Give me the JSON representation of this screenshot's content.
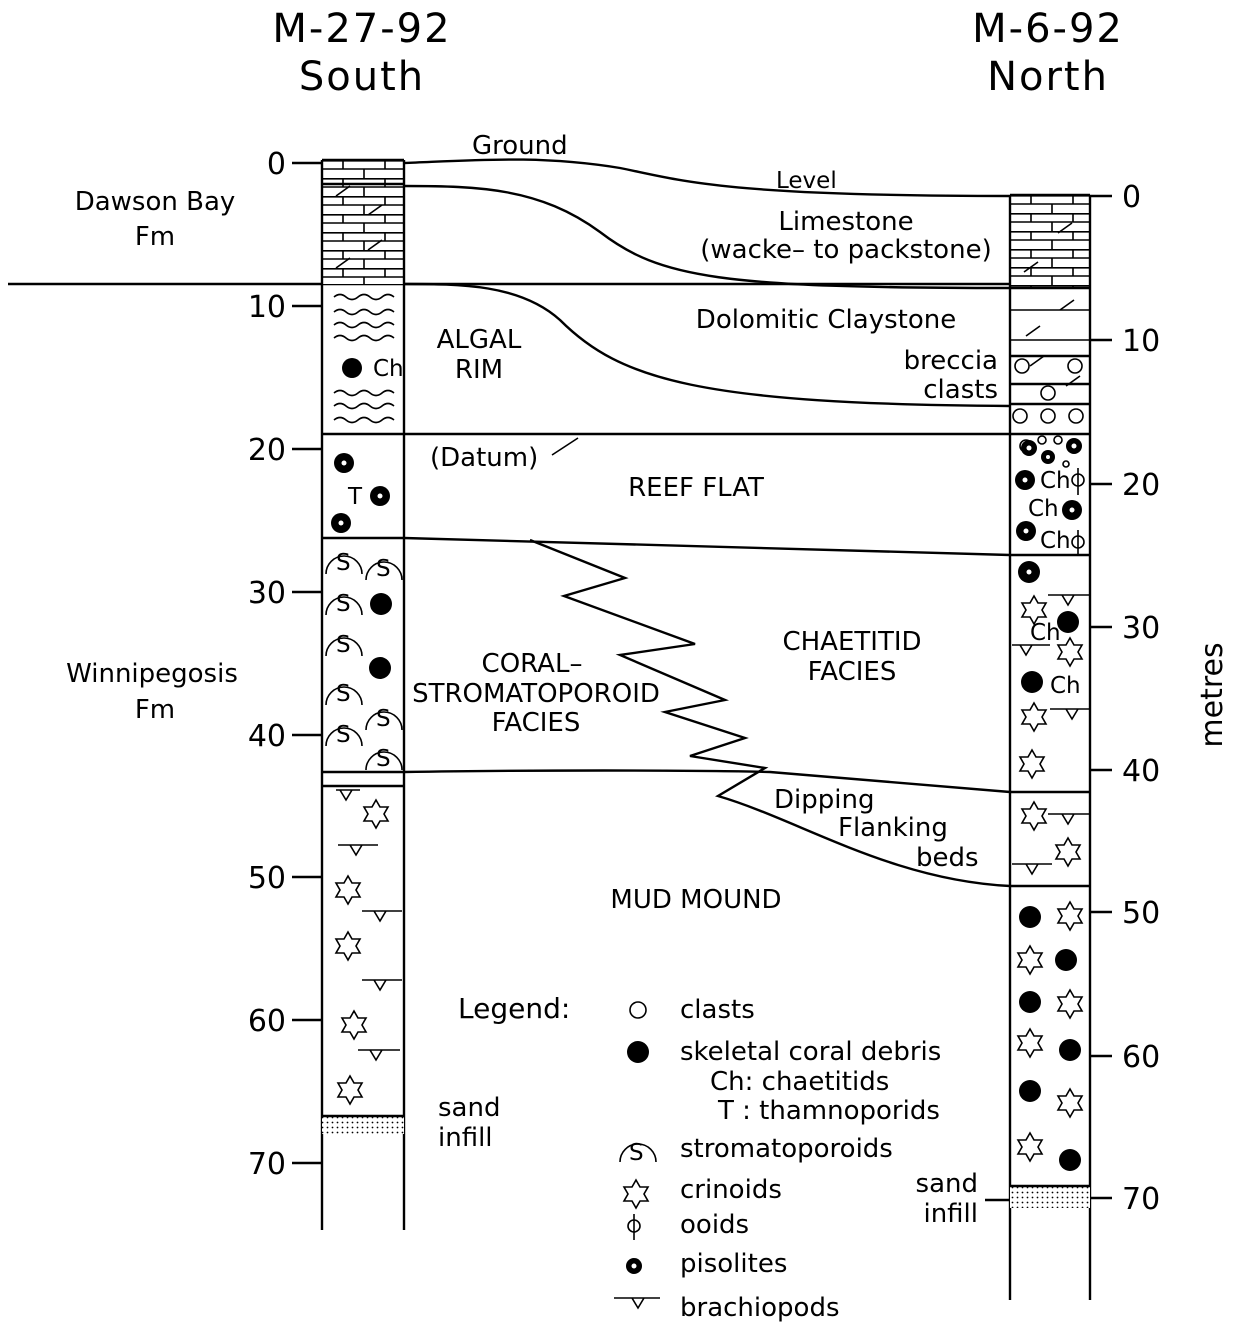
{
  "wells": {
    "south": {
      "name": "M-27-92",
      "direction": "South"
    },
    "north": {
      "name": "M-6-92",
      "direction": "North"
    }
  },
  "formations": {
    "dawson_bay": [
      "Dawson Bay",
      "Fm"
    ],
    "winnipegosis": [
      "Winnipegosis",
      "Fm"
    ]
  },
  "left_axis": {
    "ticks": [
      "0",
      "10",
      "20",
      "30",
      "40",
      "50",
      "60",
      "70"
    ]
  },
  "right_axis": {
    "ticks": [
      "0",
      "10",
      "20",
      "30",
      "40",
      "50",
      "60",
      "70"
    ],
    "unit": "metres"
  },
  "units": {
    "ground_1": "Ground",
    "ground_2": "Level",
    "limestone_1": "Limestone",
    "limestone_2": "(wacke– to packstone)",
    "dolomitic": "Dolomitic Claystone",
    "breccia_1": "breccia",
    "breccia_2": "clasts",
    "algal_1": "ALGAL",
    "algal_2": "RIM",
    "datum": "(Datum)",
    "reef_flat": "REEF FLAT",
    "coral_1": "CORAL–",
    "coral_2": "STROMATOPOROID",
    "coral_3": "FACIES",
    "chaetitid_1": "CHAETITID",
    "chaetitid_2": "FACIES",
    "dipping_1": "Dipping",
    "dipping_2": "Flanking",
    "dipping_3": "beds",
    "mud_mound": "MUD MOUND",
    "sand_left_1": "sand",
    "sand_left_2": "infill",
    "sand_right_1": "sand",
    "sand_right_2": "infill"
  },
  "symbols": {
    "ch": "Ch",
    "t": "T",
    "s": "S"
  },
  "legend": {
    "title": "Legend:",
    "clasts": "clasts",
    "skeletal": "skeletal coral debris",
    "ch_def": "Ch:  chaetitids",
    "t_def": "T  :  thamnoporids",
    "stromatoporoids": "stromatoporoids",
    "crinoids": "crinoids",
    "ooids": "ooids",
    "pisolites": "pisolites",
    "brachiopods": "brachiopods"
  }
}
